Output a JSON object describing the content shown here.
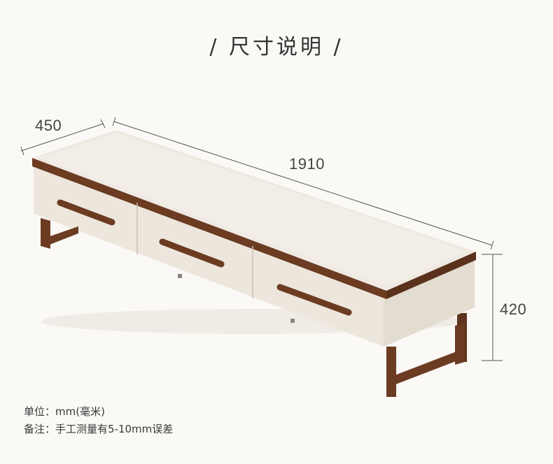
{
  "title": "/ 尺寸说明 /",
  "dimensions": {
    "depth": "450",
    "width": "1910",
    "height": "420"
  },
  "notes": {
    "unit": "单位：mm(毫米)",
    "remark": "备注：手工测量有5-10mm误差"
  },
  "colors": {
    "background": "#fbf9f6",
    "cabinet_cream": "#ece5da",
    "top_panel": "#efe9e1",
    "walnut": "#6b3b22",
    "dimension_line": "#555555"
  }
}
